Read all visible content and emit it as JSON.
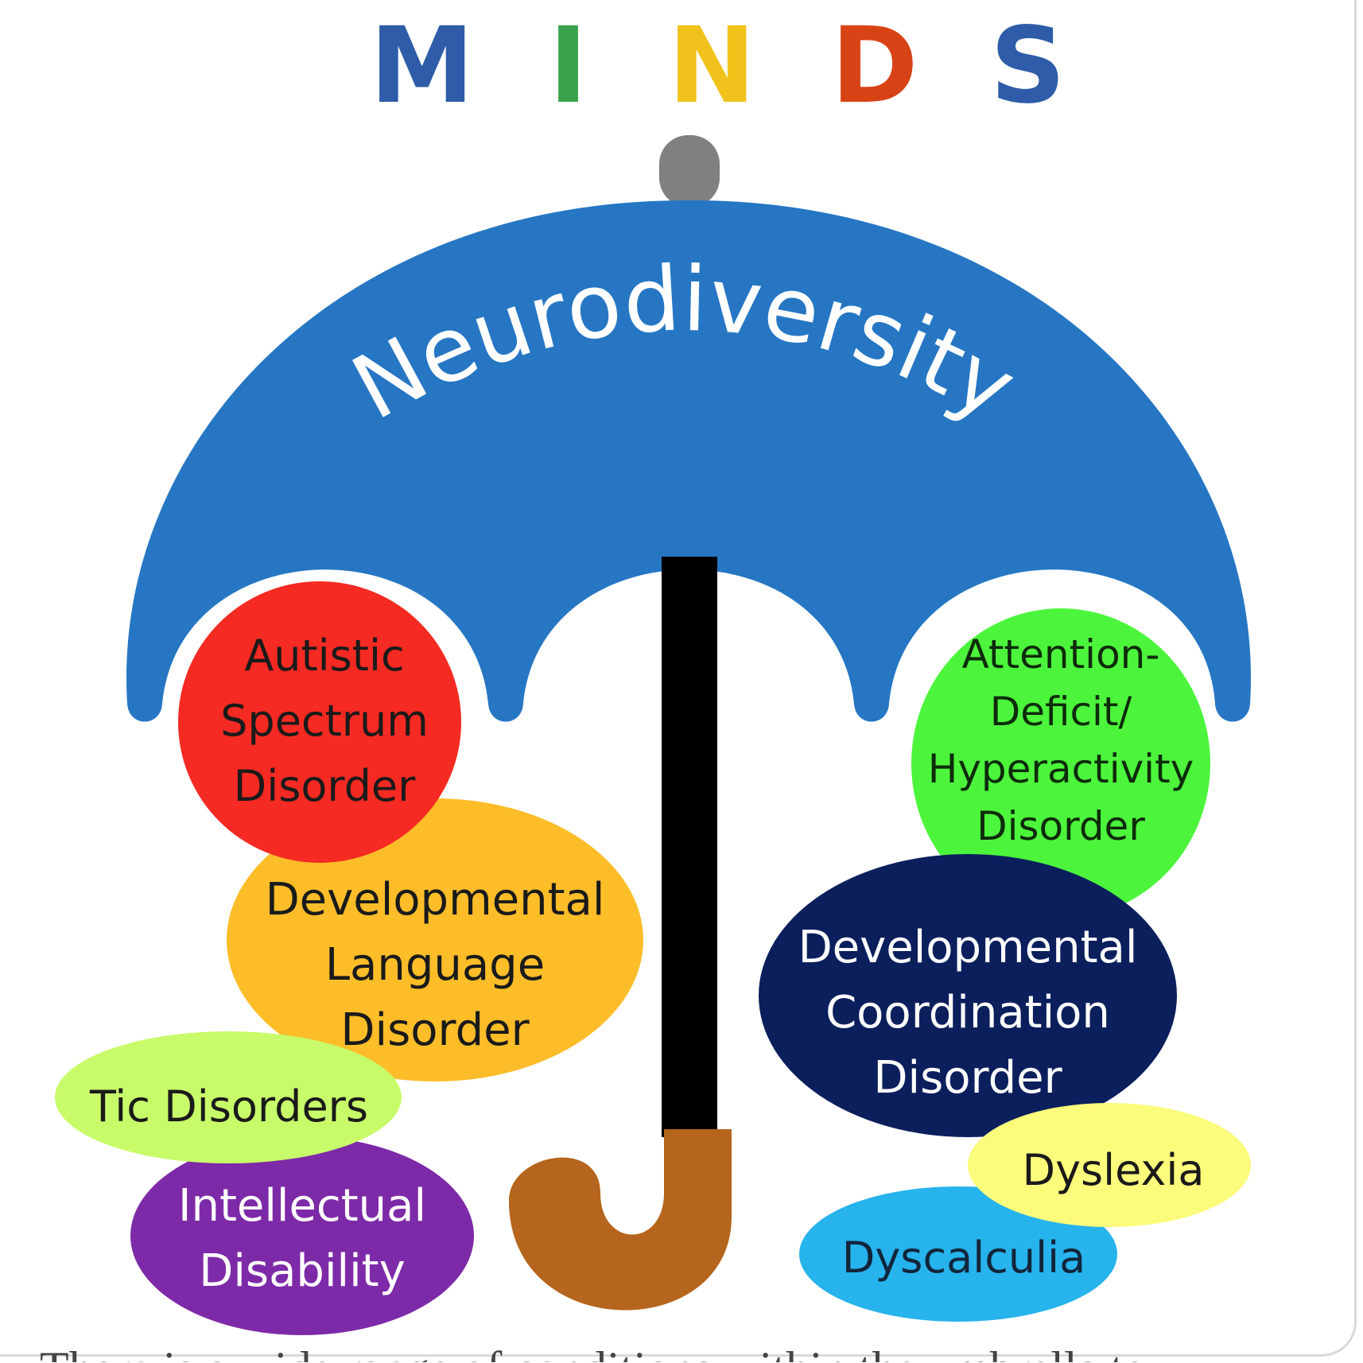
{
  "title": {
    "letters": [
      {
        "char": "M",
        "color": "#2e5ca8"
      },
      {
        "char": "I",
        "color": "#3aa34a"
      },
      {
        "char": "N",
        "color": "#f1c21b"
      },
      {
        "char": "D",
        "color": "#d84315"
      },
      {
        "char": "S",
        "color": "#2e5ca8"
      }
    ]
  },
  "umbrella": {
    "label": "Neurodiversity",
    "canopy_color": "#2676c4",
    "shaft_color": "#000000",
    "tip_color": "#808080",
    "handle_color": "#b5651d"
  },
  "conditions": {
    "asd": {
      "lines": [
        "Autistic",
        "Spectrum",
        "Disorder"
      ],
      "fill": "#f52a22",
      "text_color": "#1a1a1a"
    },
    "adhd": {
      "lines": [
        "Attention-",
        "Deficit/",
        "Hyperactivity",
        "Disorder"
      ],
      "fill": "#4cf53c",
      "text_color": "#0e2b0a"
    },
    "dld": {
      "lines": [
        "Developmental",
        "Language",
        "Disorder"
      ],
      "fill": "#fdbd29",
      "text_color": "#1a1a1a"
    },
    "dcd": {
      "lines": [
        "Developmental",
        "Coordination",
        "Disorder"
      ],
      "fill": "#0b1f5c",
      "text_color": "#ffffff"
    },
    "tic": {
      "lines": [
        "Tic Disorders"
      ],
      "fill": "#c8fb6a",
      "text_color": "#1a1a1a"
    },
    "id": {
      "lines": [
        "Intellectual",
        "Disability"
      ],
      "fill": "#7d2aa8",
      "text_color": "#ffffff"
    },
    "dyslexia": {
      "lines": [
        "Dyslexia"
      ],
      "fill": "#fbfb7c",
      "text_color": "#1a1a1a"
    },
    "dyscalculia": {
      "lines": [
        "Dyscalculia"
      ],
      "fill": "#27b3ec",
      "text_color": "#12253a"
    }
  },
  "clipped_caption": "There is a wide range of conditions within the umbrella term"
}
